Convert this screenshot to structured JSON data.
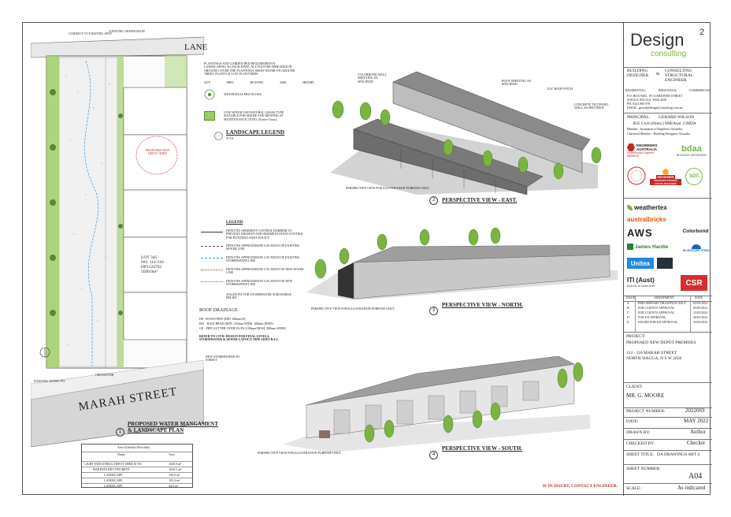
{
  "plan": {
    "lane_label": "LANE",
    "street_label": "MARAH  STREET",
    "sewer_note": "EXISTING SEWER MAIN",
    "connect_note": "CONNECT TO EXISTING SPOT",
    "proposed_shed": "PROPOSED NEW DEPOT SHED",
    "lot_lines": [
      "LOT 345",
      "NO. 114-116",
      "DP1124792",
      "3509.0m²"
    ],
    "new_stormwater": "NEW STORMWATER TO STREET",
    "existing_entry": "EXISTING ENTRY PIT",
    "crossover": "CROSSOVER",
    "title": "PROPOSED WATER MANGAMENT & LANDSCAPE PLAN",
    "number": "1"
  },
  "landscape_legend": {
    "intro": "PLANTINGS AND GARDEN BED REQUIREMENTS LANDSCAPING TO FACILITATE, ALL FOOT RE-SPREADED IN GROUND COVER THE PLANTINGS SHOW WATER ON GROUND TREES, PLANTS & LOW PLANT BEDS",
    "headers": [
      "QTY",
      "SPEC",
      "BOTANIC",
      "SIZE",
      "HEIGHT"
    ],
    "tree_row": "WESTRINGIA FRUTICOSA",
    "grass_note": "LOW WATER USE/NATURAL GRASS TYPE SUITABLE FOR SHADE AND MOWING AT MAINTENANCE LEVEL (Native Grass)",
    "title": "LANDSCAPE LEGEND",
    "scale": "N.T.S."
  },
  "legend": {
    "title": "LEGEND",
    "items": [
      "DENOTES SEDIMENT CONTROL BARRIER TO PREVENT EROSION AND SEDIMENTATION CONTROL FOR BUILDING SITES POLICY",
      "DENOTES APPROXIMATE LOCATION OF EXISTING SEWER LINE",
      "DENOTES APPROXIMATE LOCATION OF EXISTING STORMWATER LINE",
      "DENOTES APPROXIMATE LOCATION OF NEW SEWER LINE",
      "DENOTES APPROXIMATE LOCATION OF NEW STORMWATER LINE"
    ],
    "pit_note": "450x450 PIT FOR STORMWATER SURCHARGE RELIEF"
  },
  "roof_drainage": {
    "title": "ROOF DRAINAGE",
    "lines": [
      "DP - DOWN PIPE (MIN 100mm Ø)",
      "BW - RAIN HEAD (MIN. 165mm WIDE, 100mm DEEP)",
      "OF - PIPE GUTTER OVER FLOW (100mm HIGH, 300mm WIDE)"
    ],
    "refer": "REFER TO CIVIL DESIGN FOR FINAL LEVELS, STORMWATER & SEWER LAYOUT. PIPE SIZES R.F.C."
  },
  "schedule": {
    "title": "Area Schedule (Pervable)",
    "headers": [
      "Name",
      "Area"
    ],
    "rows": [
      [
        "LIGHT INDUSTRIAL DEPOT SHED & WC",
        "1020.9 m²"
      ],
      [
        "HARDSTAND CONCRETE",
        "1010.5 m²"
      ],
      [
        "LANDSCAPE",
        "156.8 m²"
      ],
      [
        "LANDSCAPE",
        "105.4 m²"
      ],
      [
        "LANDSCAPE",
        "44.0 m²"
      ]
    ]
  },
  "views": [
    {
      "number": "2",
      "title": "PERSPECTIVE VIEW - EAST.",
      "caption": "PERSPECTIVE VIEW FOR ILLUSTRATION PURPOSE ONLY."
    },
    {
      "number": "3",
      "title": "PERSPECTIVE VIEW - NORTH.",
      "caption": "PERSPECTIVE VIEW FOR ILLUSTRATION PURPOSE ONLY."
    },
    {
      "number": "4",
      "title": "PERSPECTIVE VIEW - SOUTH.",
      "caption": "PERSPECTIVE VIEW FOR ILLUSTRATION PURPOSE ONLY."
    }
  ],
  "east_notes": {
    "colorbond": "COLORBOND WALL SHEETING AS SPECIFIED",
    "roof": "ROOF SHEETING AS SPECIFIED",
    "pitch": "15.0° ROOF PITCH",
    "concrete": "CONCRETE TILT PANEL WALL AS SPECIFIED"
  },
  "warning": "IF IN DOUBT, CONTACT ENGINEER.",
  "title_block": {
    "logo_main": "Design",
    "logo_sup": "2",
    "logo_sub": "consulting",
    "services_left": "BUILDING DESIGNER",
    "services_amp": "&",
    "services_right": "CONSULTING STRUCTURAL ENGINEER",
    "categories": [
      "RESIDENTIAL",
      "INDUSTRIAL",
      "COMMERCIAL"
    ],
    "address": [
      "P.O. BOX 9465, 191 GARDINER STREET",
      "WAGGA WAGGA, NSW 2650",
      "PH: 0423 900 978",
      "EMAIL: gerard@design2consulting.com.au"
    ],
    "principal_label": "PRINCIPAL:",
    "principal_name": "GERARD WILSON",
    "principal_quals": "B.E Civil (Hons.) MIEAust ,CMDA",
    "principal_line2": "Member - Institution of Engineers Australia",
    "principal_line3": "Chartered Member - Building Designers Australia",
    "badges": [
      "ENGINEERS AUSTRALIA",
      "bdaa",
      "DESIGNER",
      "SDS"
    ],
    "badge_sub": [
      "Professional Engineer MEMBER",
      "BUILDING DESIGNERS",
      "CERTIFIED PASSIVE HOUSE DESIGNER"
    ],
    "suppliers": [
      "weathertex",
      "australbricks",
      "AWS",
      "Colorbond",
      "James Hardie",
      "BLUESCOPE STEEL",
      "Unitex",
      "ITI (Aust)",
      "CSR"
    ],
    "iti_tag": "Brands to build with",
    "rev_headers": [
      "ISSUE",
      "AMENDMENT",
      "DATE"
    ],
    "revisions": [
      [
        "A",
        "PRELIMINARY DRAWINGS ONLY",
        "02/05/2022"
      ],
      [
        "B",
        "FOR CLIENTS APPROVAL",
        "05/05/2022"
      ],
      [
        "C",
        "FOR CLIENTS APPROVAL",
        "12/05/2022"
      ],
      [
        "D",
        "FOR DA APPROVAL",
        "20/05/2022"
      ],
      [
        "E",
        "ISSUED FOR DA APPROVAL",
        "25/05/2022"
      ]
    ],
    "project_label": "PROJECT:",
    "project_name": "PROPOSED NEW DEPOT PREMISES",
    "project_addr1": "114 - 116 MARAH STREET",
    "project_addr2": "NORTH WAGGA, N S W 2650",
    "client_label": "CLIENT:",
    "client_name": "MR. G. MOORE",
    "project_number_label": "PROJECT NUMBER:",
    "project_number": "2022069",
    "date_label": "DATE:",
    "date": "MAY 2022",
    "drawn_label": "DRAWN BY:",
    "drawn": "Author",
    "checked_label": "CHECKED BY:",
    "checked": "Checker",
    "sheet_title_label": "SHEET TITLE:",
    "sheet_title": "DA DRAWINGS SHT 4",
    "sheet_number_label": "SHEET NUMBER:",
    "sheet_number": "A04",
    "scale_label": "SCALE:",
    "scale": "As indicated"
  },
  "colors": {
    "green": "#7cb342",
    "dark_green": "#2e7d32",
    "roof_grey": "#8c8c8c",
    "wall_grey": "#b0b0b0",
    "red": "#c62828"
  }
}
